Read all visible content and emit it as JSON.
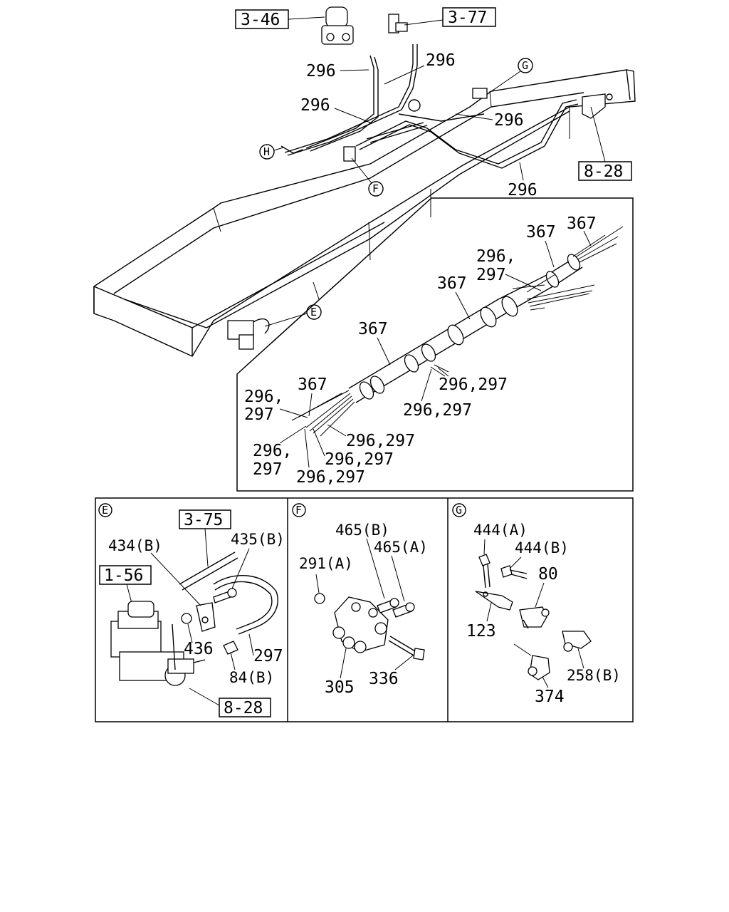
{
  "references": {
    "ref_3_46": "3-46",
    "ref_3_77": "3-77",
    "ref_8_28_top": "8-28",
    "ref_3_75": "3-75",
    "ref_1_56": "1-56",
    "ref_8_28_e": "8-28"
  },
  "markers": {
    "G": "G",
    "H": "H",
    "F": "F",
    "E": "E"
  },
  "main_labels": {
    "p296_a": "296",
    "p296_b": "296",
    "p296_c": "296",
    "p296_d": "296",
    "p296_e": "296"
  },
  "harness_labels": {
    "h367_a": "367",
    "h367_b": "367",
    "h367_c": "367",
    "h367_d": "367",
    "h367_e": "367",
    "h296_a": "296,",
    "h297_a": "297",
    "h296_297_a": "296,297",
    "h296_297_b": "296,297",
    "h296_b": "296,",
    "h297_b": "297",
    "h296_297_c": "296,297",
    "h296_297_d": "296,297",
    "h296_c": "296,",
    "h297_c": "297",
    "h296_297_e": "296,297"
  },
  "panel_e": {
    "marker": "E",
    "l434b": "434(B)",
    "l435b": "435(B)",
    "l436": "436",
    "l297": "297",
    "l84b": "84(B)"
  },
  "panel_f": {
    "marker": "F",
    "l465b": "465(B)",
    "l465a": "465(A)",
    "l291a": "291(A)",
    "l305": "305",
    "l336": "336"
  },
  "panel_g": {
    "marker": "G",
    "l444a": "444(A)",
    "l444b": "444(B)",
    "l80": "80",
    "l123": "123",
    "l258b": "258(B)",
    "l374": "374"
  }
}
